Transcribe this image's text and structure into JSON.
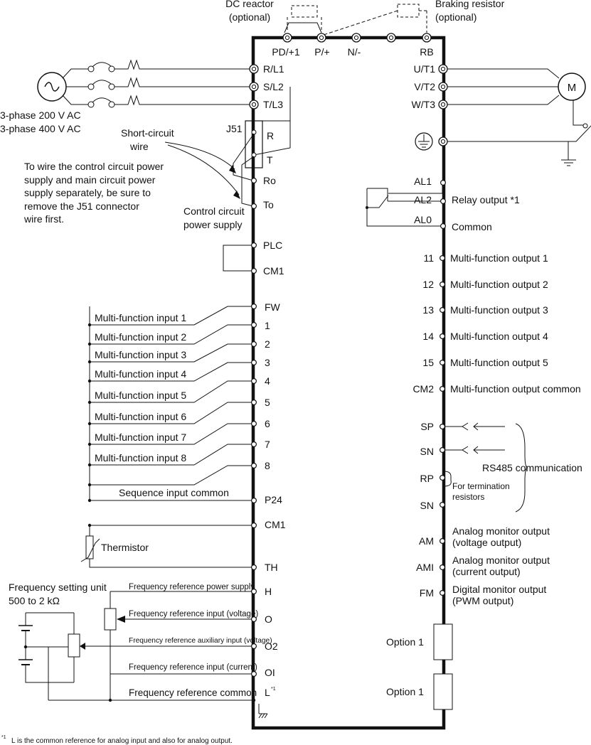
{
  "top_labels": {
    "dc_reactor": "DC reactor",
    "dc_reactor_opt": "(optional)",
    "braking_resistor": "Braking resistor",
    "braking_resistor_opt": "(optional)"
  },
  "top_terminals": [
    "PD/+1",
    "P/+",
    "N/-",
    "RB"
  ],
  "power_input": {
    "terminals": [
      "R/L1",
      "S/L2",
      "T/L3"
    ],
    "supply_line1": "3-phase 200 V AC",
    "supply_line2": "3-phase 400 V AC"
  },
  "j51": {
    "label": "J51",
    "terminals": [
      "R",
      "T"
    ],
    "short_circuit_line1": "Short-circuit",
    "short_circuit_line2": "wire",
    "note_lines": [
      "To wire the control circuit power",
      "supply and main circuit power",
      "supply separately, be sure to",
      "remove the J51 connector",
      "wire first."
    ]
  },
  "control_power": {
    "terminals": [
      "Ro",
      "To"
    ],
    "label_line1": "Control circuit",
    "label_line2": "power supply"
  },
  "plc_terminals": [
    "PLC",
    "CM1"
  ],
  "inputs": {
    "terminals": [
      "FW",
      "1",
      "2",
      "3",
      "4",
      "5",
      "6",
      "7",
      "8"
    ],
    "labels": [
      "Multi-function input 1",
      "Multi-function input 2",
      "Multi-function input 3",
      "Multi-function input 4",
      "Multi-function input 5",
      "Multi-function input 6",
      "Multi-function input 7",
      "Multi-function input 8"
    ],
    "common_terminal": "P24",
    "common_label": "Sequence input common"
  },
  "thermistor": {
    "terminals": [
      "CM1",
      "TH"
    ],
    "label": "Thermistor"
  },
  "frequency": {
    "unit_line1": "Frequency setting unit",
    "unit_line2": "500 to 2 kΩ",
    "terminals": [
      "H",
      "O",
      "O2",
      "OI",
      "L"
    ],
    "l_footnote_mark": "*1",
    "labels": [
      "Frequency reference power supply",
      "Frequency reference input (voltage)",
      "Frequency reference auxiliary input (voltage)",
      "Frequency reference input (current)",
      "Frequency reference common"
    ]
  },
  "motor": {
    "terminals": [
      "U/T1",
      "V/T2",
      "W/T3"
    ],
    "symbol": "M"
  },
  "relay": {
    "terminals": [
      "AL1",
      "AL2",
      "AL0"
    ],
    "relay_label": "Relay output *1",
    "common_label": "Common"
  },
  "outputs": {
    "terminals": [
      "11",
      "12",
      "13",
      "14",
      "15",
      "CM2"
    ],
    "labels": [
      "Multi-function output 1",
      "Multi-function output 2",
      "Multi-function output 3",
      "Multi-function output 4",
      "Multi-function output 5",
      "Multi-function output common"
    ]
  },
  "rs485": {
    "terminals": [
      "SP",
      "SN",
      "RP",
      "SN"
    ],
    "label": "RS485 communication",
    "term_line1": "For termination",
    "term_line2": "resistors"
  },
  "monitors": {
    "terminals": [
      "AM",
      "AMI",
      "FM"
    ],
    "lines": [
      [
        "Analog monitor output",
        "(voltage output)"
      ],
      [
        "Analog monitor output",
        "(current output)"
      ],
      [
        "Digital monitor output",
        "(PWM output)"
      ]
    ]
  },
  "options": [
    "Option 1",
    "Option 1"
  ],
  "footnote": {
    "mark": "*1",
    "text": "L is the common reference for analog input and also for analog output."
  }
}
